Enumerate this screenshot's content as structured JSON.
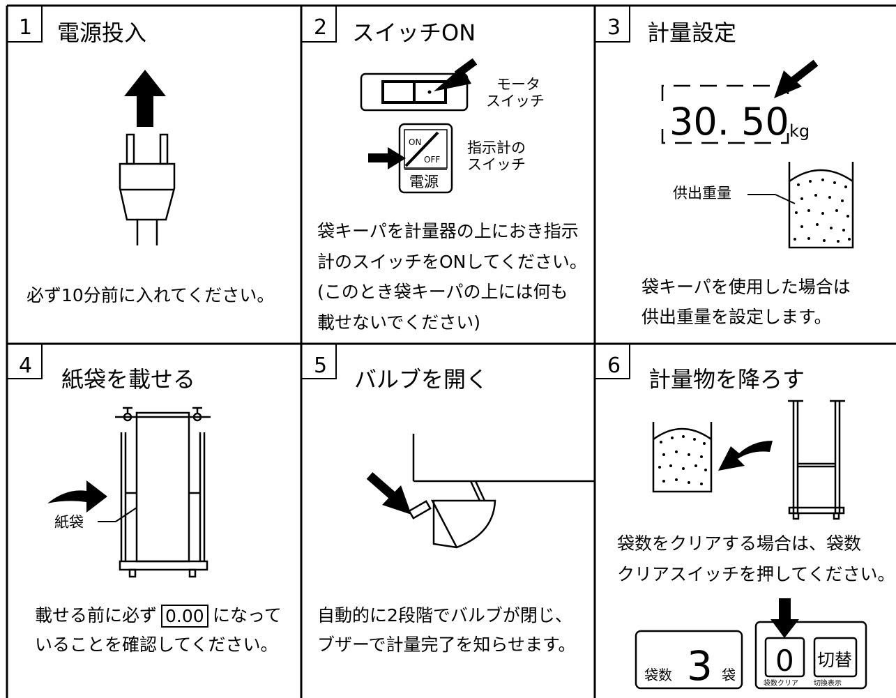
{
  "steps": [
    {
      "num": "1",
      "title": "電源投入",
      "caption": [
        "必ず10分前に入れてください。"
      ]
    },
    {
      "num": "2",
      "title": "スイッチON",
      "motor_label": [
        "モータ",
        "スイッチ"
      ],
      "meter_label": [
        "指示計の",
        "スイッチ"
      ],
      "switch_on": "ON",
      "switch_off": "OFF",
      "switch_name": "電源",
      "caption": [
        "袋キーパを計量器の上におき指示",
        "計のスイッチをONしてください。",
        "(このとき袋キーパの上には何も",
        "載せないでください)"
      ]
    },
    {
      "num": "3",
      "title": "計量設定",
      "display_value": "30. 50",
      "unit": "kg",
      "weight_label": "供出重量",
      "caption": [
        "袋キーパを使用した場合は",
        "供出重量を設定します。"
      ]
    },
    {
      "num": "4",
      "title": "紙袋を載せる",
      "bag_label": "紙袋",
      "caption_pre": "載せる前に必ず",
      "caption_box": "0.00",
      "caption_post": "になって",
      "caption2": "いることを確認してください。"
    },
    {
      "num": "5",
      "title": "バルブを開く",
      "caption": [
        "自動的に2段階でバルブが閉じ、",
        "ブザーで計量完了を知らせます。"
      ]
    },
    {
      "num": "6",
      "title": "計量物を降ろす",
      "caption": [
        "袋数をクリアする場合は、袋数",
        "クリアスイッチを押してください。"
      ],
      "counter_label": "袋数",
      "counter_value": "3",
      "counter_unit": "袋",
      "clear_key": "0",
      "clear_key_label": "袋数クリア",
      "switch_key": "切替",
      "switch_key_label": "切換表示"
    }
  ]
}
